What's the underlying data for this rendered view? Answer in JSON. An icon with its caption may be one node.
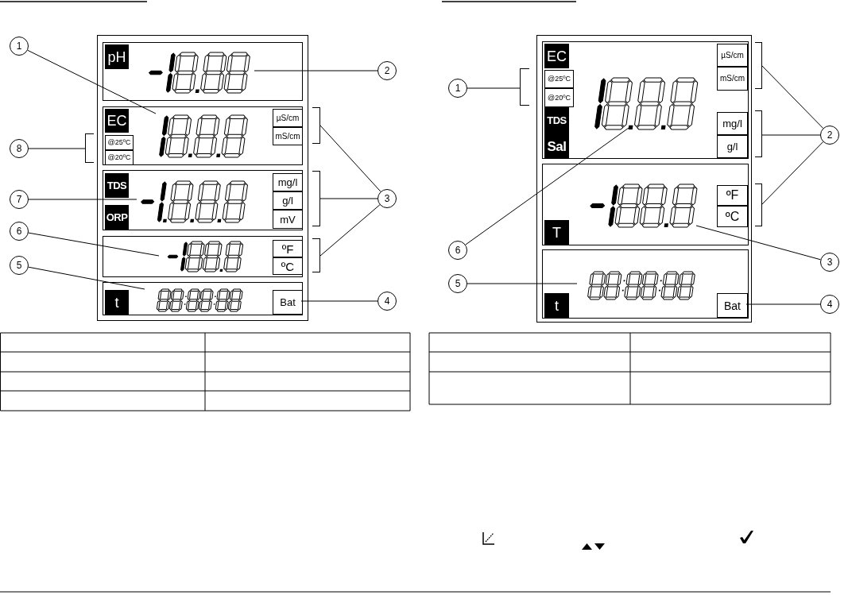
{
  "diagram": {
    "nodes": [
      {
        "text": [],
        "shape": "box"
      },
      {
        "text": [],
        "shape": "box",
        "in": 0
      },
      {
        "text": [
          "pH"
        ],
        "in": 1
      },
      {
        "text": [],
        "shape": "display",
        "in": 1
      },
      {
        "text": [],
        "shape": "box",
        "in": 0
      },
      {
        "text": [
          "EC"
        ],
        "in": 4
      },
      {
        "text": [
          "@25ºC"
        ],
        "in": 4
      },
      {
        "text": [
          "@20ºC"
        ],
        "in": 4
      },
      {
        "text": [],
        "shape": "display",
        "in": 4
      },
      {
        "text": [
          "µS/cm"
        ],
        "in": 4
      },
      {
        "text": [
          "mS/cm"
        ],
        "in": 4
      },
      {
        "text": [],
        "shape": "box",
        "in": 0
      },
      {
        "text": [
          "TDS"
        ],
        "in": 11
      },
      {
        "text": [
          "ORP"
        ],
        "in": 11
      },
      {
        "text": [],
        "shape": "display",
        "in": 11
      },
      {
        "text": [
          "mg/l"
        ],
        "in": 11
      },
      {
        "text": [
          "g/l"
        ],
        "in": 11
      },
      {
        "text": [
          "mV"
        ],
        "in": 11
      },
      {
        "text": [],
        "shape": "box",
        "in": 0
      },
      {
        "text": [],
        "shape": "display",
        "in": 18
      },
      {
        "text": [
          "ºF"
        ],
        "in": 18
      },
      {
        "text": [
          "ºC"
        ],
        "in": 18
      },
      {
        "text": [],
        "shape": "box",
        "in": 0
      },
      {
        "text": [
          "t"
        ],
        "in": 22
      },
      {
        "text": [],
        "shape": "display",
        "in": 22
      },
      {
        "text": [
          "Bat"
        ],
        "in": 22
      },
      {
        "text": [
          "1"
        ]
      },
      {
        "text": [
          "2"
        ]
      },
      {
        "text": [
          "8"
        ]
      },
      {
        "text": [
          "7"
        ]
      },
      {
        "text": [
          "3"
        ]
      },
      {
        "text": [
          "6"
        ]
      },
      {
        "text": [
          "5"
        ]
      },
      {
        "text": [
          "4"
        ]
      },
      {
        "text": [],
        "shape": "box"
      },
      {
        "text": [],
        "shape": "box",
        "in": 34
      },
      {
        "text": [
          "EC"
        ],
        "in": 35
      },
      {
        "text": [
          "@25ºC"
        ],
        "in": 35
      },
      {
        "text": [
          "@20ºC"
        ],
        "in": 35
      },
      {
        "text": [
          "TDS"
        ],
        "in": 35
      },
      {
        "text": [
          "Sal"
        ],
        "in": 35
      },
      {
        "text": [],
        "shape": "display",
        "in": 35
      },
      {
        "text": [
          "µS/cm"
        ],
        "in": 35
      },
      {
        "text": [
          "mS/cm"
        ],
        "in": 35
      },
      {
        "text": [
          "mg/l"
        ],
        "in": 35
      },
      {
        "text": [
          "g/l"
        ],
        "in": 35
      },
      {
        "text": [],
        "shape": "box",
        "in": 34
      },
      {
        "text": [],
        "shape": "display",
        "in": 46
      },
      {
        "text": [
          "ºF"
        ],
        "in": 46
      },
      {
        "text": [
          "ºC"
        ],
        "in": 46
      },
      {
        "text": [
          "T"
        ],
        "in": 46
      },
      {
        "text": [],
        "shape": "box",
        "in": 34
      },
      {
        "text": [],
        "shape": "display",
        "in": 51
      },
      {
        "text": [
          "t"
        ],
        "in": 51
      },
      {
        "text": [
          "Bat"
        ],
        "in": 51
      },
      {
        "text": [
          "1"
        ]
      },
      {
        "text": [
          "2"
        ]
      },
      {
        "text": [
          "6"
        ]
      },
      {
        "text": [
          "3"
        ]
      },
      {
        "text": [
          "5"
        ]
      },
      {
        "text": [
          "4"
        ]
      },
      {
        "text": [],
        "shape": "bracket"
      },
      {
        "text": [],
        "shape": "bracket"
      },
      {
        "text": [],
        "shape": "bracket"
      },
      {
        "text": [],
        "shape": "bracket"
      },
      {
        "text": [],
        "shape": "bracket"
      },
      {
        "text": [],
        "shape": "bracket"
      },
      {
        "text": [],
        "shape": "bracket"
      },
      {
        "text": [],
        "shape": "bracket"
      }
    ],
    "edges": [
      {
        "from": 26,
        "to": 8,
        "arrow": "none"
      },
      {
        "from": 27,
        "to": 3,
        "arrow": "none"
      },
      {
        "from": 28,
        "to": 61,
        "arrow": "none"
      },
      {
        "from": 29,
        "to": 14,
        "arrow": "none"
      },
      {
        "from": 30,
        "to": 62,
        "arrow": "none"
      },
      {
        "from": 30,
        "to": 63,
        "arrow": "none"
      },
      {
        "from": 30,
        "to": 64,
        "arrow": "none"
      },
      {
        "from": 31,
        "to": 19,
        "arrow": "none"
      },
      {
        "from": 32,
        "to": 24,
        "arrow": "none"
      },
      {
        "from": 33,
        "to": 25,
        "arrow": "none"
      },
      {
        "from": 55,
        "to": 65,
        "arrow": "none"
      },
      {
        "from": 56,
        "to": 66,
        "arrow": "none"
      },
      {
        "from": 56,
        "to": 67,
        "arrow": "none"
      },
      {
        "from": 56,
        "to": 68,
        "arrow": "none"
      },
      {
        "from": 57,
        "to": 41,
        "arrow": "none"
      },
      {
        "from": 58,
        "to": 47,
        "arrow": "none"
      },
      {
        "from": 59,
        "to": 52,
        "arrow": "none"
      },
      {
        "from": 60,
        "to": 54,
        "arrow": "none"
      }
    ]
  }
}
